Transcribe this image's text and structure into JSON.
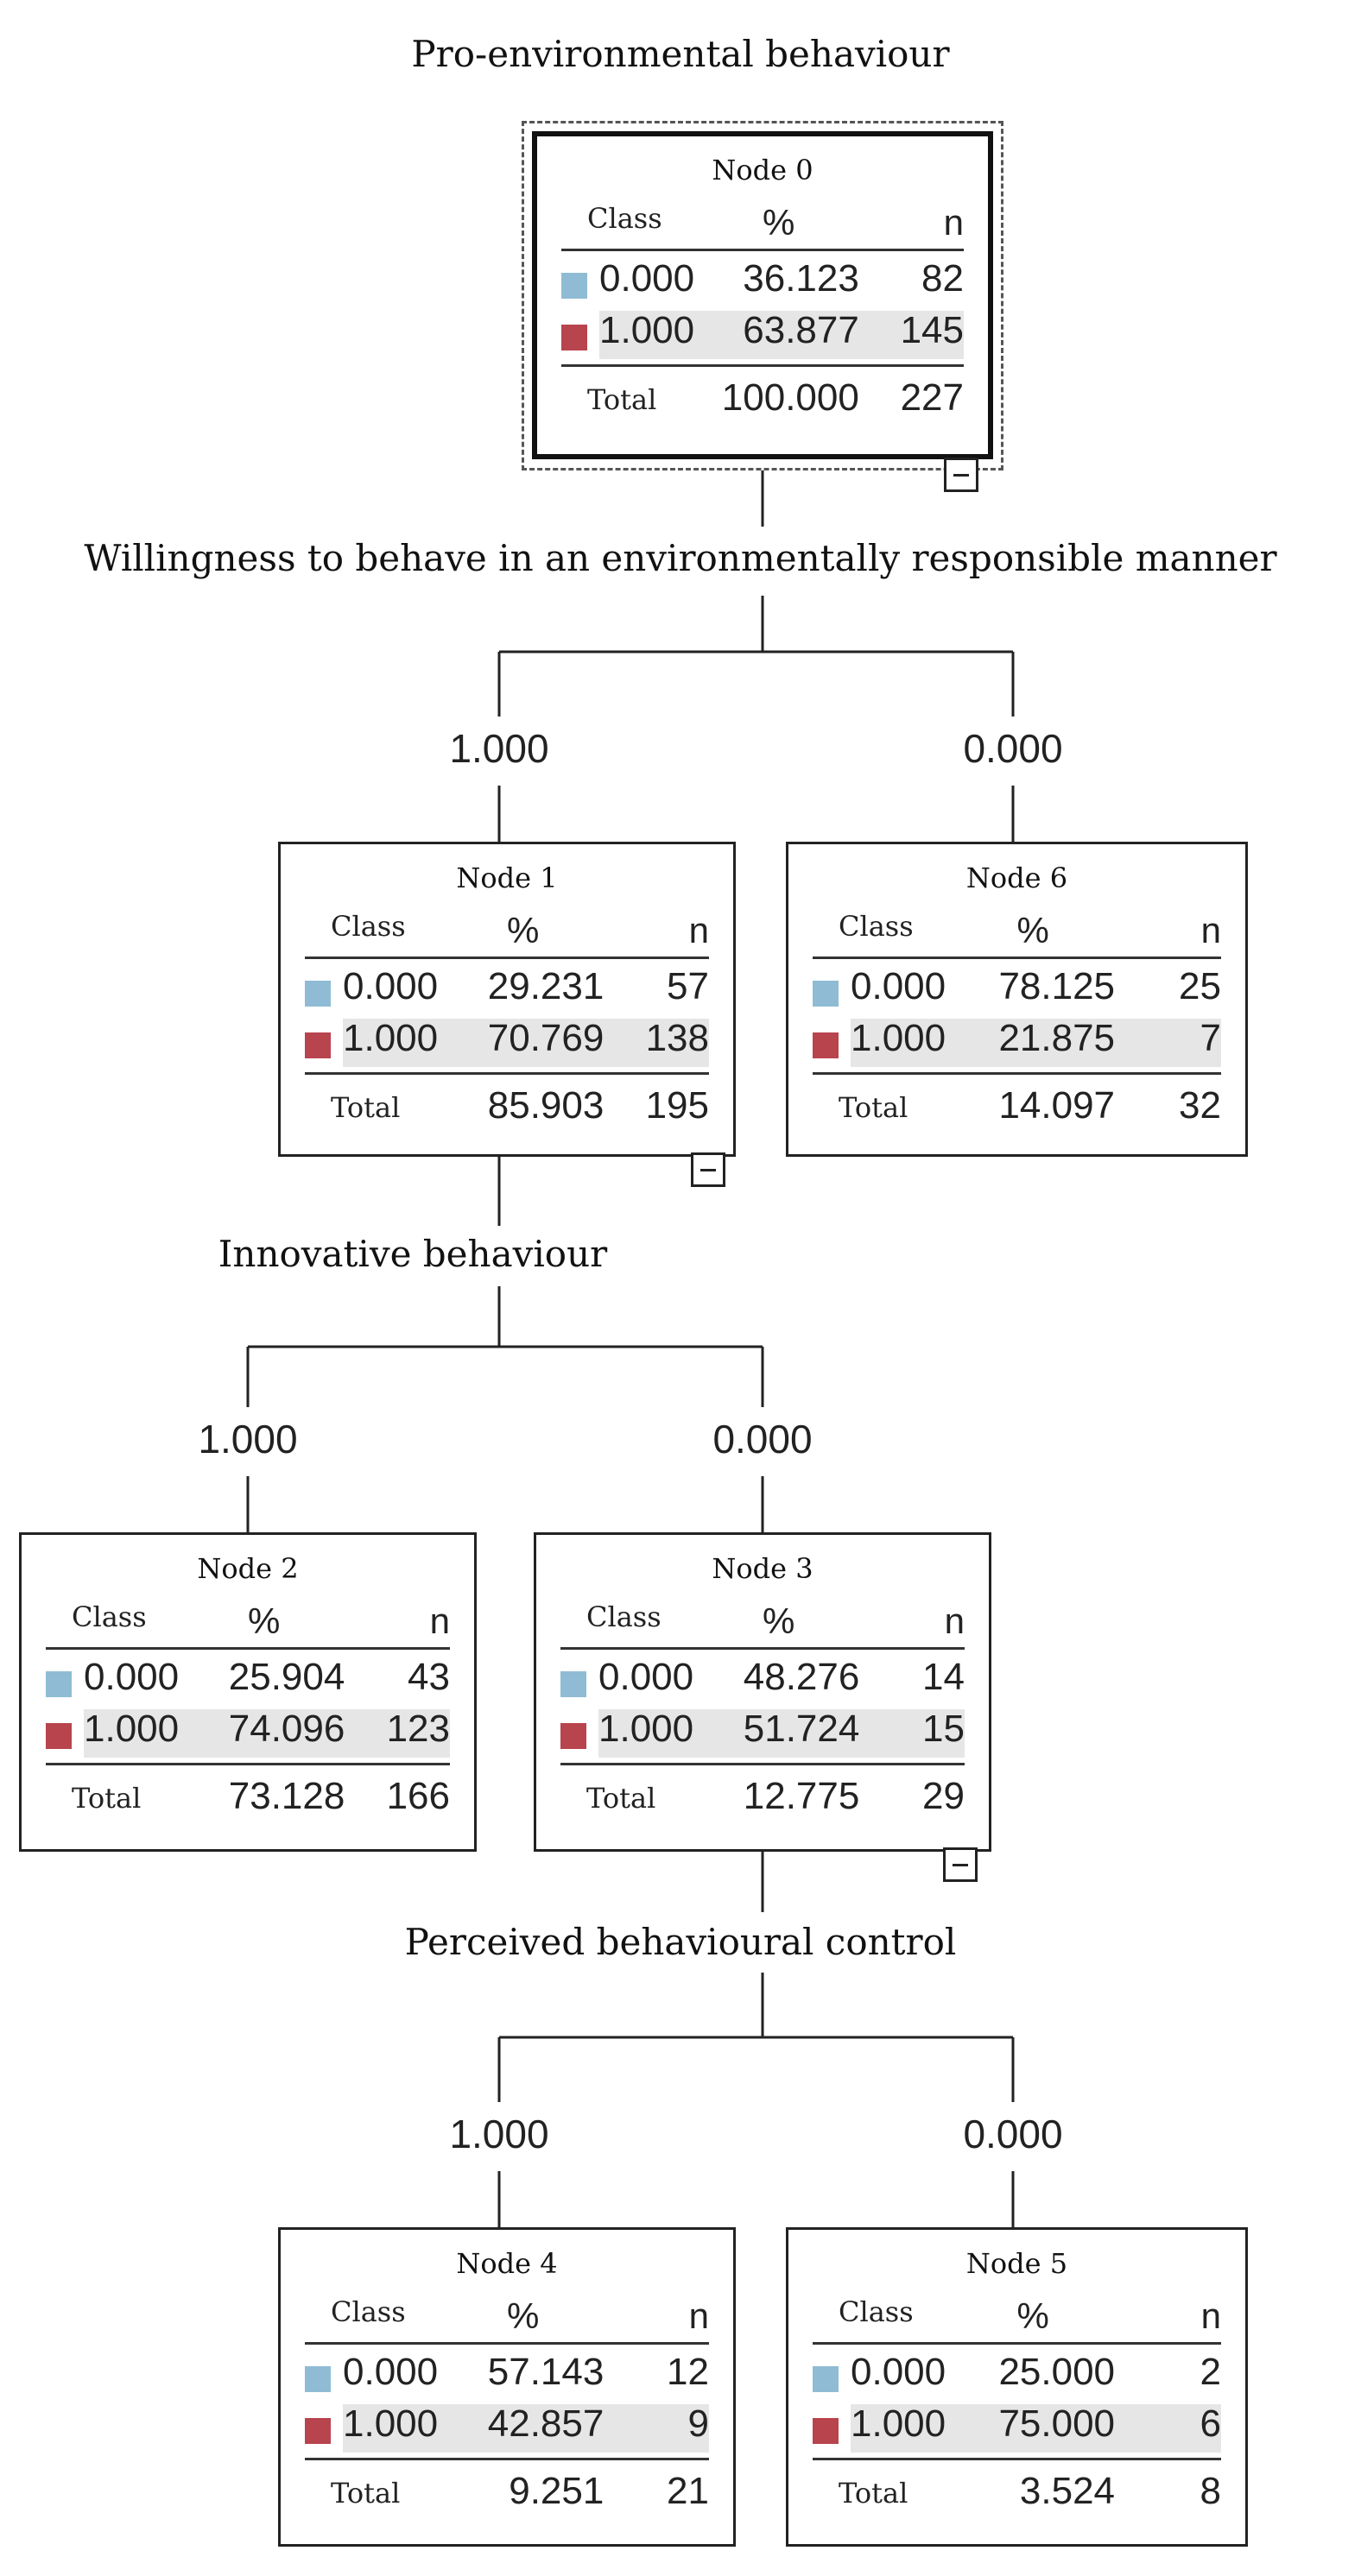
{
  "colors": {
    "class_0": "#8fbcd4",
    "class_1": "#b8444e",
    "highlight_row": "#e6e6e6"
  },
  "icons": {
    "collapse": "collapse-minus-icon"
  },
  "headers": {
    "class": "Class",
    "percent": "%",
    "n": "n",
    "total": "Total"
  },
  "variables": {
    "root": "Pro-environmental behaviour",
    "split_1": "Willingness to behave in an environmentally responsible manner",
    "split_2": "Innovative behaviour",
    "split_3": "Perceived behavioural control"
  },
  "branches": {
    "b1_left": "1.000",
    "b1_right": "0.000",
    "b2_left": "1.000",
    "b2_right": "0.000",
    "b3_left": "1.000",
    "b3_right": "0.000"
  },
  "nodes": {
    "n0": {
      "title": "Node 0",
      "rows": [
        {
          "cls": "0.000",
          "pct": "36.123",
          "n": "82"
        },
        {
          "cls": "1.000",
          "pct": "63.877",
          "n": "145"
        }
      ],
      "total_pct": "100.000",
      "total_n": "227"
    },
    "n1": {
      "title": "Node 1",
      "rows": [
        {
          "cls": "0.000",
          "pct": "29.231",
          "n": "57"
        },
        {
          "cls": "1.000",
          "pct": "70.769",
          "n": "138"
        }
      ],
      "total_pct": "85.903",
      "total_n": "195"
    },
    "n6": {
      "title": "Node 6",
      "rows": [
        {
          "cls": "0.000",
          "pct": "78.125",
          "n": "25"
        },
        {
          "cls": "1.000",
          "pct": "21.875",
          "n": "7"
        }
      ],
      "total_pct": "14.097",
      "total_n": "32"
    },
    "n2": {
      "title": "Node 2",
      "rows": [
        {
          "cls": "0.000",
          "pct": "25.904",
          "n": "43"
        },
        {
          "cls": "1.000",
          "pct": "74.096",
          "n": "123"
        }
      ],
      "total_pct": "73.128",
      "total_n": "166"
    },
    "n3": {
      "title": "Node 3",
      "rows": [
        {
          "cls": "0.000",
          "pct": "48.276",
          "n": "14"
        },
        {
          "cls": "1.000",
          "pct": "51.724",
          "n": "15"
        }
      ],
      "total_pct": "12.775",
      "total_n": "29"
    },
    "n4": {
      "title": "Node 4",
      "rows": [
        {
          "cls": "0.000",
          "pct": "57.143",
          "n": "12"
        },
        {
          "cls": "1.000",
          "pct": "42.857",
          "n": "9"
        }
      ],
      "total_pct": "9.251",
      "total_n": "21"
    },
    "n5": {
      "title": "Node 5",
      "rows": [
        {
          "cls": "0.000",
          "pct": "25.000",
          "n": "2"
        },
        {
          "cls": "1.000",
          "pct": "75.000",
          "n": "6"
        }
      ],
      "total_pct": "3.524",
      "total_n": "8"
    }
  }
}
